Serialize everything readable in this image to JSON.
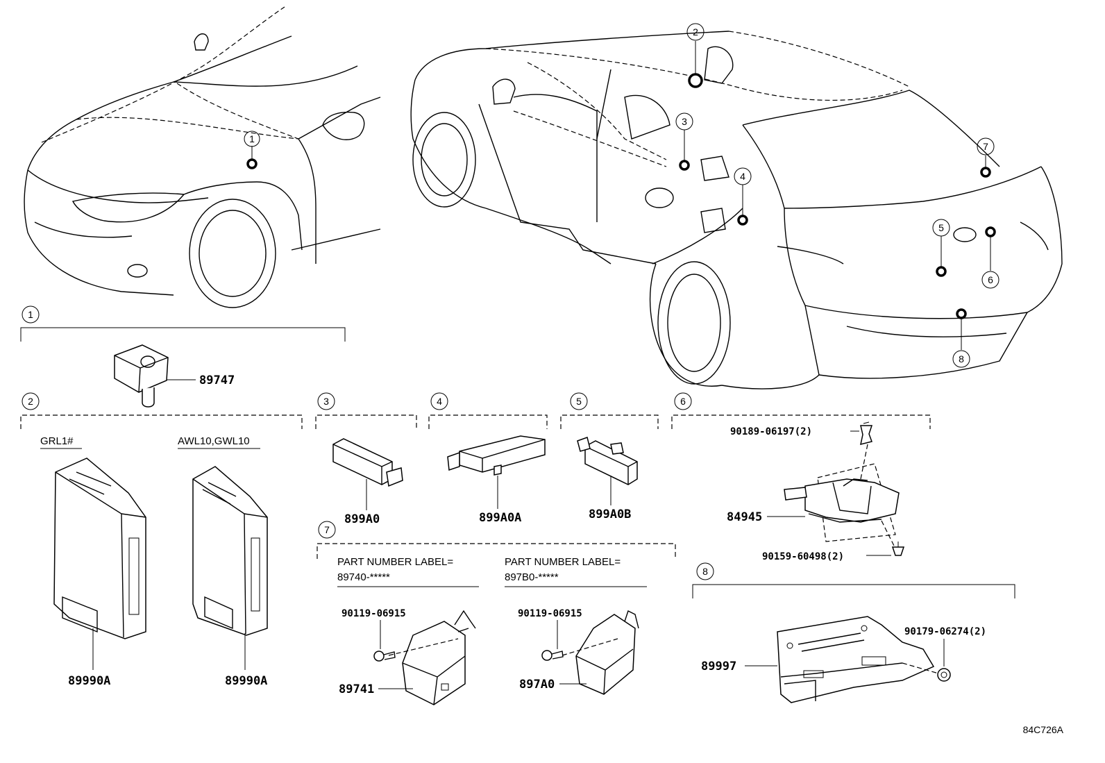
{
  "diagram_id": "84C726A",
  "callouts": [
    "1",
    "2",
    "3",
    "4",
    "5",
    "6",
    "7",
    "8"
  ],
  "sections": {
    "s1": {
      "number": "1",
      "parts": [
        "89747"
      ]
    },
    "s2": {
      "number": "2",
      "variants": [
        "GRL1#",
        "AWL10,GWL10"
      ],
      "parts": [
        "89990A",
        "89990A"
      ]
    },
    "s3": {
      "number": "3",
      "parts": [
        "899A0"
      ]
    },
    "s4": {
      "number": "4",
      "parts": [
        "899A0A"
      ]
    },
    "s5": {
      "number": "5",
      "parts": [
        "899A0B"
      ]
    },
    "s6": {
      "number": "6",
      "parts": [
        "90189-06197(2)",
        "84945",
        "90159-60498(2)"
      ]
    },
    "s7": {
      "number": "7",
      "labels": [
        "PART NUMBER LABEL=",
        "89740-*****",
        "PART NUMBER LABEL=",
        "897B0-*****"
      ],
      "parts": [
        "90119-06915",
        "89741",
        "90119-06915",
        "897A0"
      ]
    },
    "s8": {
      "number": "8",
      "parts": [
        "90179-06274(2)",
        "89997"
      ]
    }
  }
}
